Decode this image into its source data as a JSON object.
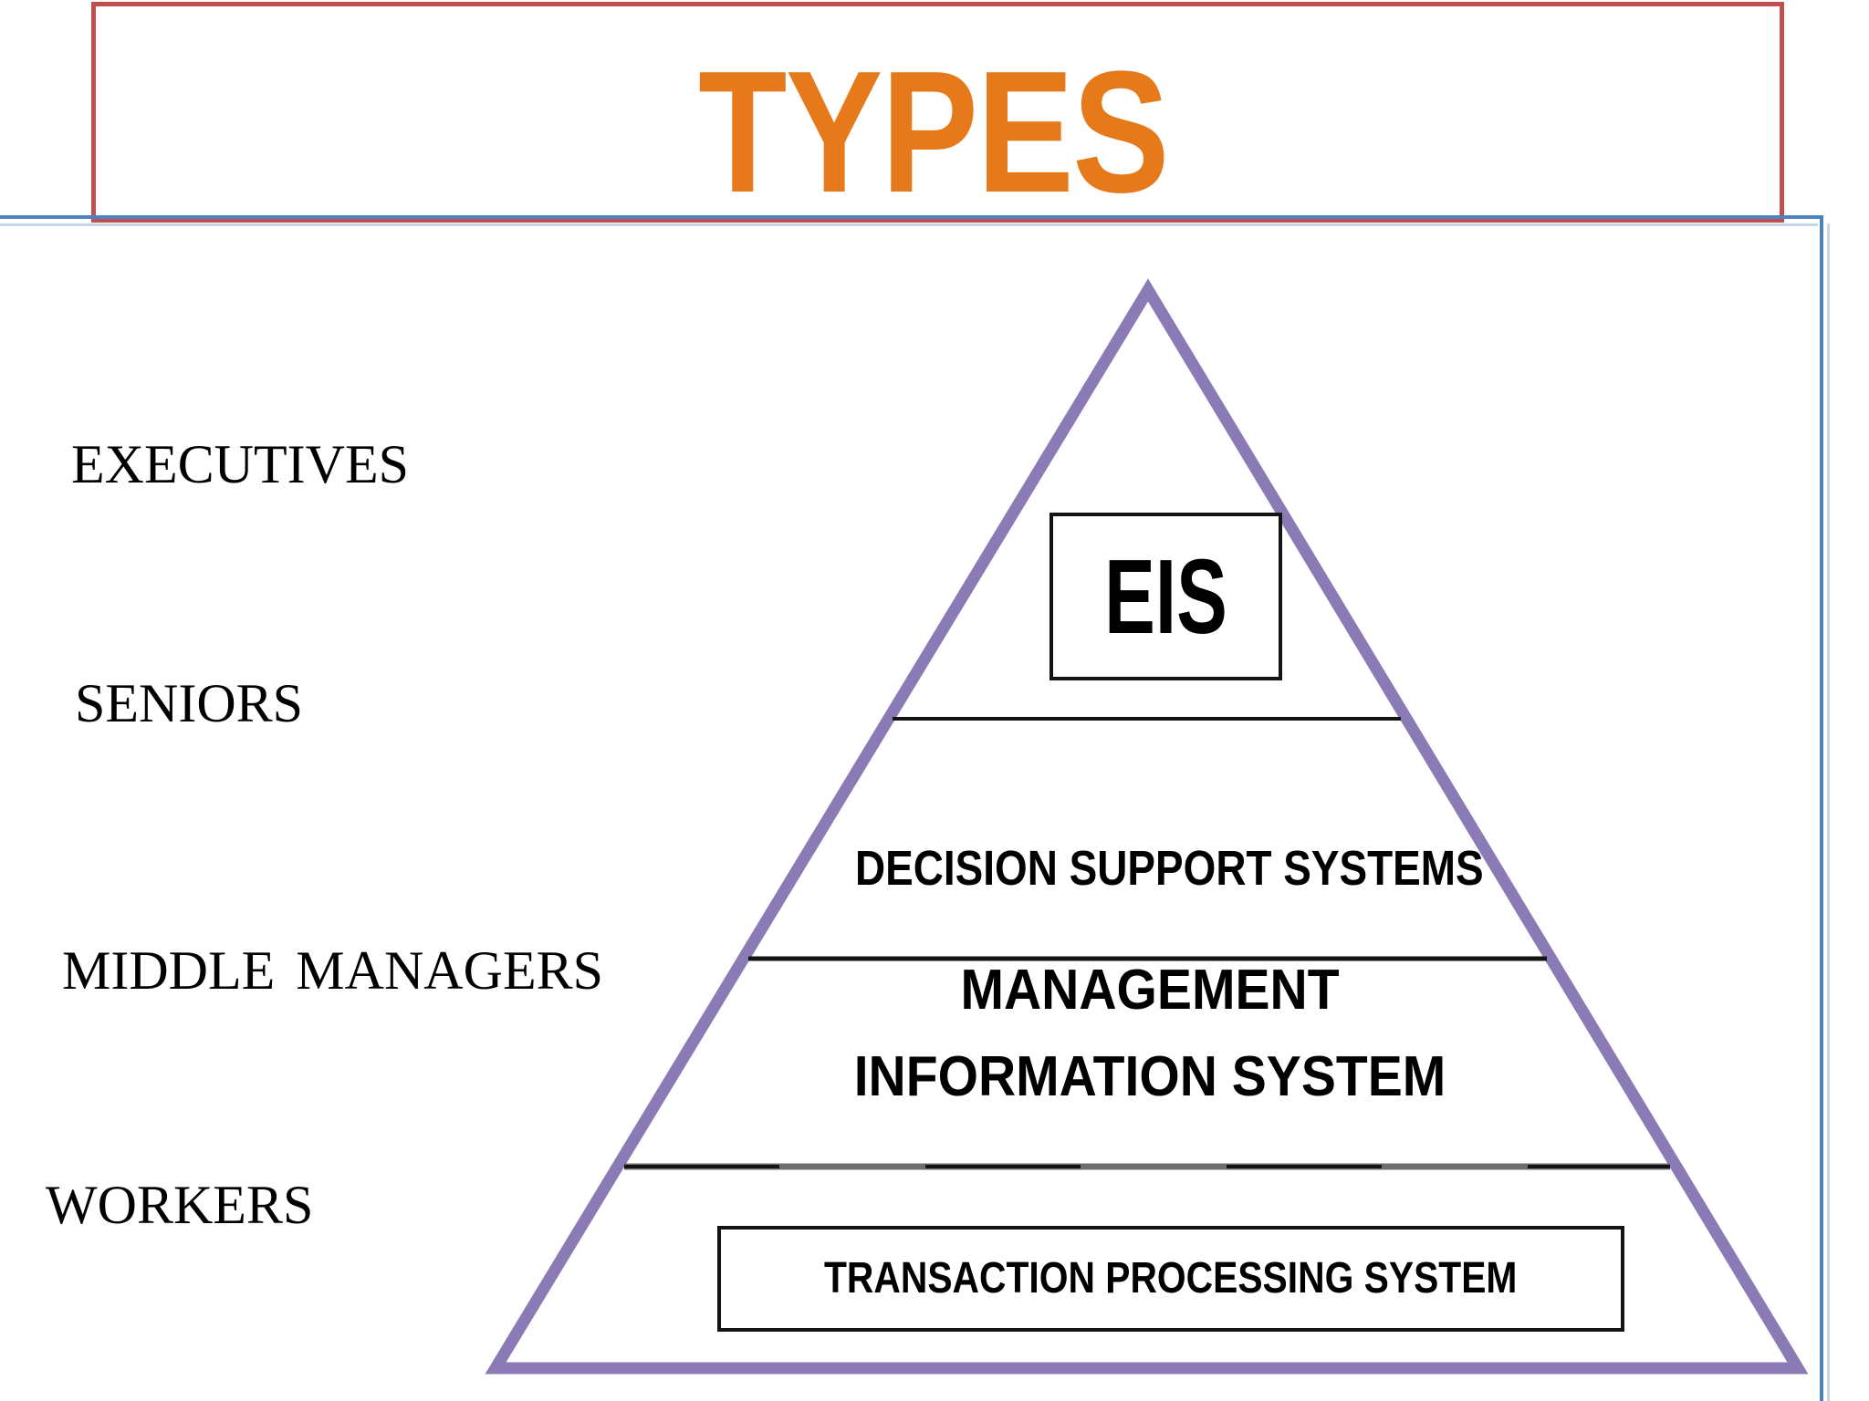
{
  "slide": {
    "title": "TYPES"
  },
  "colors": {
    "title_orange": "#E6791A",
    "title_box_red": "#C0504D",
    "frame_blue": "#4F81BD",
    "frame_blue_shadow": "#C9D6E8",
    "pyramid_purple": "#8A7AB5",
    "line_black": "#141414",
    "line_gray": "#6E6E6E",
    "text_black": "#000000"
  },
  "hierarchy_labels": {
    "executives": "EXECUTIVES",
    "seniors": "SENIORS",
    "middle_managers": "MIDDLE MANAGERS",
    "workers": "WORKERS"
  },
  "pyramid": {
    "eis": "EIS",
    "dss": "DECISION SUPPORT SYSTEMS",
    "mis_line1": "MANAGEMENT",
    "mis_line2": "INFORMATION SYSTEM",
    "tps": "TRANSACTION PROCESSING SYSTEM"
  }
}
